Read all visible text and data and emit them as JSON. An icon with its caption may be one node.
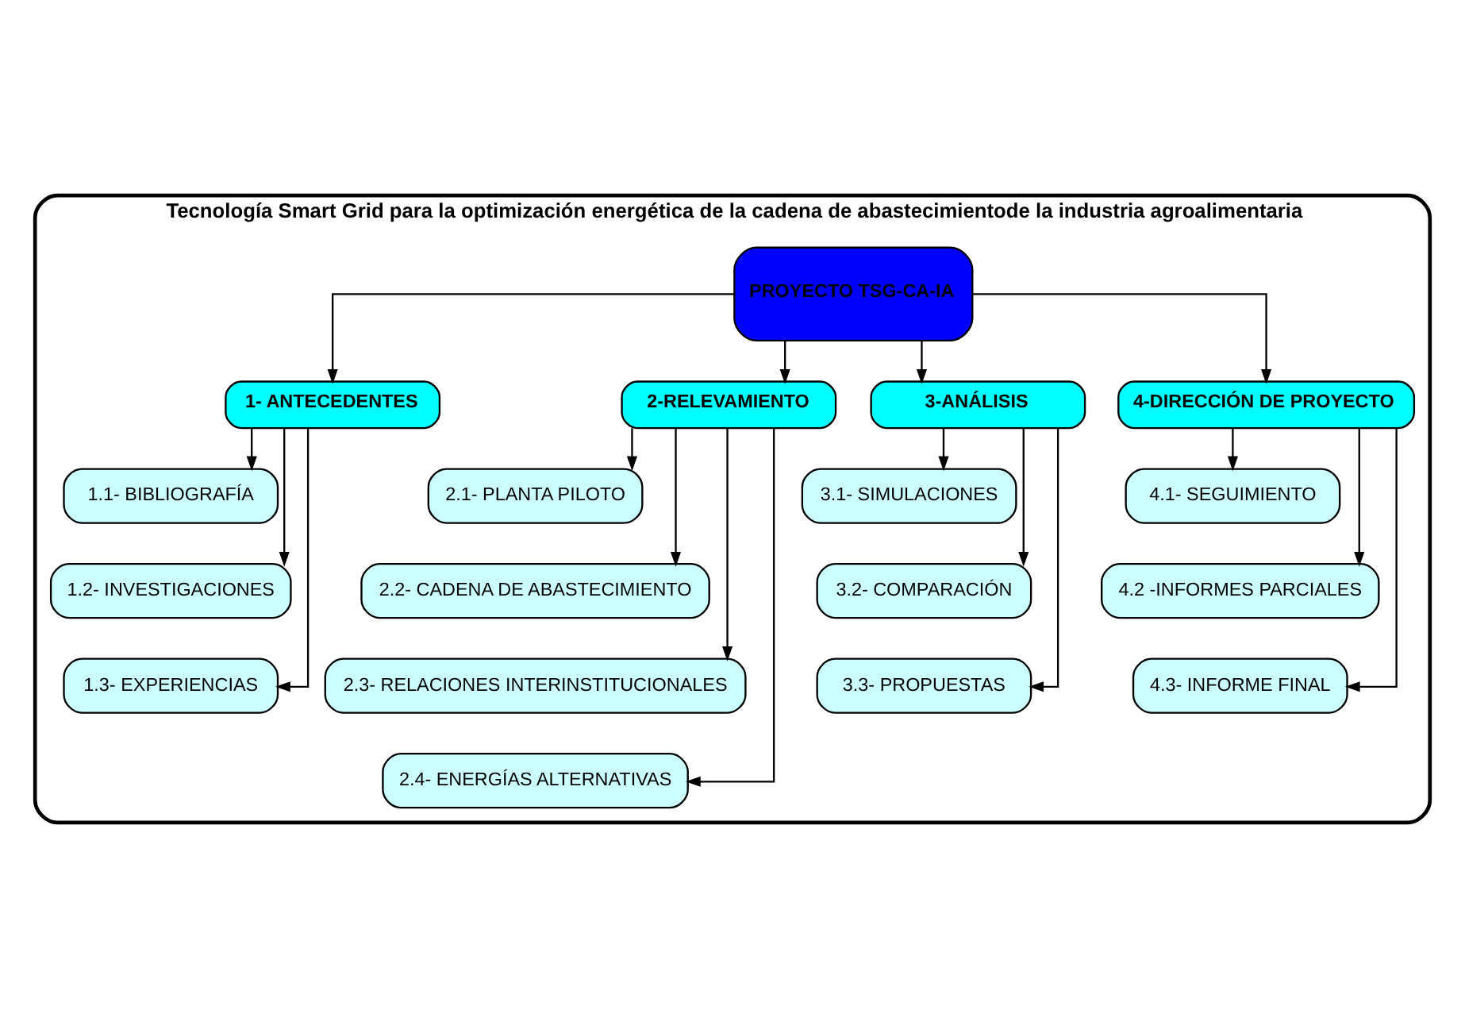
{
  "diagram": {
    "nodes": [
      {
        "text": [
          "Tecnología Smart Grid para la optimización energética de la cadena de abastecimientode la industria agroalimentaria"
        ]
      },
      {
        "text": [
          "PROYECTO TSG-CA-IA"
        ],
        "in": 0
      },
      {
        "text": [
          "1- ANTECEDENTES"
        ],
        "in": 0
      },
      {
        "text": [
          "1.1- BIBLIOGRAFÍA"
        ],
        "in": 0
      },
      {
        "text": [
          "1.2- INVESTIGACIONES"
        ],
        "in": 0
      },
      {
        "text": [
          "1.3- EXPERIENCIAS"
        ],
        "in": 0
      },
      {
        "text": [
          "2-RELEVAMIENTO"
        ],
        "in": 0
      },
      {
        "text": [
          "2.1- PLANTA PILOTO"
        ],
        "in": 0
      },
      {
        "text": [
          "2.2- CADENA DE ABASTECIMIENTO"
        ],
        "in": 0
      },
      {
        "text": [
          "2.3- RELACIONES INTERINSTITUCIONALES"
        ],
        "in": 0
      },
      {
        "text": [
          "2.4- ENERGÍAS ALTERNATIVAS"
        ],
        "in": 0
      },
      {
        "text": [
          "3-ANÁLISIS"
        ],
        "in": 0
      },
      {
        "text": [
          "3.1- SIMULACIONES"
        ],
        "in": 0
      },
      {
        "text": [
          "3.2- COMPARACIÓN"
        ],
        "in": 0
      },
      {
        "text": [
          "3.3- PROPUESTAS"
        ],
        "in": 0
      },
      {
        "text": [
          "4-DIRECCIÓN DE PROYECTO"
        ],
        "in": 0
      },
      {
        "text": [
          "4.1- SEGUIMIENTO"
        ],
        "in": 0
      },
      {
        "text": [
          "4.2 -INFORMES PARCIALES"
        ],
        "in": 0
      },
      {
        "text": [
          "4.3- INFORME FINAL"
        ],
        "in": 0
      }
    ],
    "edges": [
      {
        "from": 1,
        "to": 2,
        "arrow": "to"
      },
      {
        "from": 1,
        "to": 6,
        "arrow": "to"
      },
      {
        "from": 1,
        "to": 11,
        "arrow": "to"
      },
      {
        "from": 1,
        "to": 15,
        "arrow": "to"
      },
      {
        "from": 2,
        "to": 3,
        "arrow": "to"
      },
      {
        "from": 2,
        "to": 4,
        "arrow": "to"
      },
      {
        "from": 2,
        "to": 5,
        "arrow": "to"
      },
      {
        "from": 6,
        "to": 7,
        "arrow": "to"
      },
      {
        "from": 6,
        "to": 8,
        "arrow": "to"
      },
      {
        "from": 6,
        "to": 9,
        "arrow": "to"
      },
      {
        "from": 6,
        "to": 10,
        "arrow": "to"
      },
      {
        "from": 11,
        "to": 12,
        "arrow": "to"
      },
      {
        "from": 11,
        "to": 13,
        "arrow": "to"
      },
      {
        "from": 11,
        "to": 14,
        "arrow": "to"
      },
      {
        "from": 15,
        "to": 16,
        "arrow": "to"
      },
      {
        "from": 15,
        "to": 17,
        "arrow": "to"
      },
      {
        "from": 15,
        "to": 18,
        "arrow": "to"
      }
    ]
  }
}
